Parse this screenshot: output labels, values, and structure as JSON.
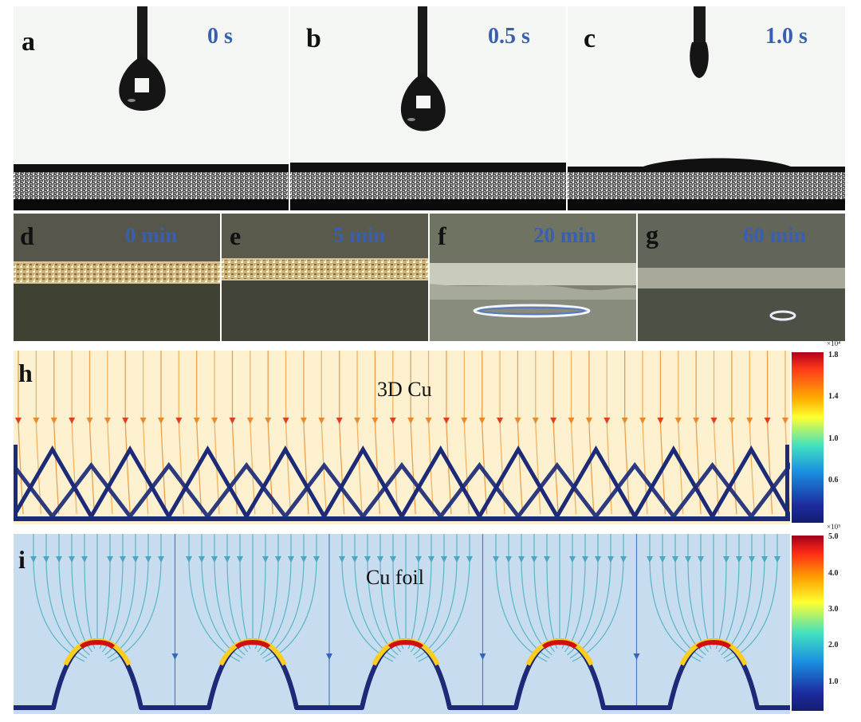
{
  "top_panels": [
    {
      "letter": "a",
      "time": "0 s"
    },
    {
      "letter": "b",
      "time": "0.5 s"
    },
    {
      "letter": "c",
      "time": "1.0 s"
    }
  ],
  "mid_panels": [
    {
      "letter": "d",
      "time": "0 min"
    },
    {
      "letter": "e",
      "time": "5 min"
    },
    {
      "letter": "f",
      "time": "20 min"
    },
    {
      "letter": "g",
      "time": "60 min"
    }
  ],
  "sim_h": {
    "letter": "h",
    "label": "3D Cu",
    "colorbar": {
      "exponent": "×10⁴",
      "ticks": [
        "1.8",
        "1.4",
        "1.0",
        "0.6"
      ],
      "tick_values": [
        1.8,
        1.4,
        1.0,
        0.6
      ],
      "range": [
        0.2,
        1.83
      ]
    }
  },
  "sim_i": {
    "letter": "i",
    "label": "Cu foil",
    "colorbar": {
      "exponent": "×10⁵",
      "ticks": [
        "5.0",
        "4.0",
        "3.0",
        "2.0",
        "1.0"
      ],
      "tick_values": [
        5.0,
        4.0,
        3.0,
        2.0,
        1.0
      ],
      "range": [
        0.2,
        5.05
      ]
    }
  },
  "colors": {
    "time_label": "#3a5fb0",
    "mesh": "#1c2a78",
    "sim_h_bg": "#fdf1cf",
    "sim_i_bg": "#c8dcf0"
  }
}
